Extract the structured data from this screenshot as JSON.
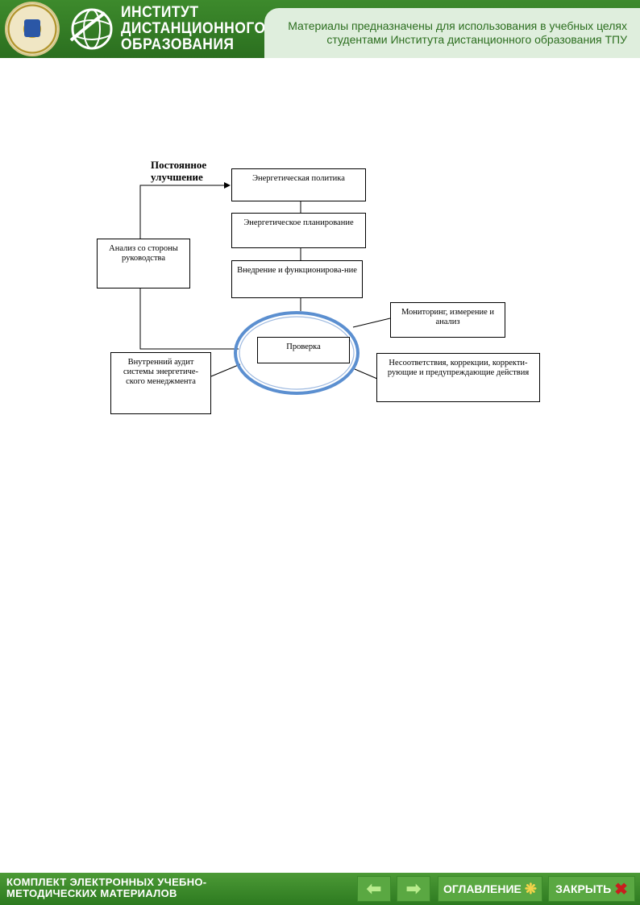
{
  "header": {
    "logo_text": "ИНСТИТУТ ДИСТАНЦИОННОГО ОБРАЗОВАНИЯ",
    "notice": "Материалы предназначены для использования в учебных целях студентами Института дистанционного образования ТПУ"
  },
  "diagram": {
    "heading": "Постоянное улучшение",
    "boxes": {
      "policy": "Энергетическая политика",
      "planning": "Энергетическое планирование",
      "implementation": "Внедрение и функционирова-ние",
      "verification": "Проверка",
      "monitoring": "Мониторинг, измерение и анализ",
      "nonconformity": "Несоответствия, коррекции, корректи-рующие и предупреждающие действия",
      "audit": "Внутренний аудит системы энергетиче-ского менеджмента",
      "management_review": "Анализ со стороны руководства"
    }
  },
  "footer": {
    "title": "КОМПЛЕКТ ЭЛЕКТРОННЫХ УЧЕБНО-МЕТОДИЧЕСКИХ МАТЕРИАЛОВ",
    "contents_label": "ОГЛАВЛЕНИЕ",
    "close_label": "ЗАКРЫТЬ"
  }
}
